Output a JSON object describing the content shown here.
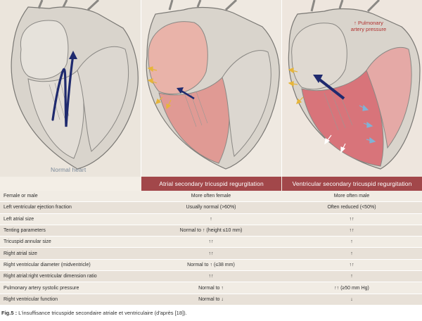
{
  "panels": {
    "normal": {
      "caption": "Normal heart"
    },
    "atrial": {
      "banner": "Atrial secondary tricuspid regurgitation"
    },
    "ventricular": {
      "banner": "Ventricular secondary tricuspid regurgitation",
      "annotation_line1": "↑ Pulmonary",
      "annotation_line2": "artery pressure"
    }
  },
  "table": {
    "rows": [
      {
        "label": "Female or male",
        "atrial": "More often female",
        "ventricular": "More often male"
      },
      {
        "label": "Left ventricular ejection fraction",
        "atrial": "Usually normal (>60%)",
        "ventricular": "Often reduced (<50%)"
      },
      {
        "label": "Left atrial size",
        "atrial": "↑",
        "ventricular": "↑↑"
      },
      {
        "label": "Tenting parameters",
        "atrial": "Normal to ↑ (height ≤10 mm)",
        "ventricular": "↑↑"
      },
      {
        "label": "Tricuspid annular size",
        "atrial": "↑↑",
        "ventricular": "↑"
      },
      {
        "label": "Right atrial size",
        "atrial": "↑↑",
        "ventricular": "↑"
      },
      {
        "label": "Right ventricular diameter (midventricle)",
        "atrial": "Normal to ↑ (≤38 mm)",
        "ventricular": "↑↑"
      },
      {
        "label": "Right atrial:right ventricular dimension ratio",
        "atrial": "↑↑",
        "ventricular": "↑"
      },
      {
        "label": "Pulmonary artery systolic pressure",
        "atrial": "Normal to ↑",
        "ventricular": "↑↑ (≥50 mm Hg)"
      },
      {
        "label": "Right ventricular function",
        "atrial": "Normal to ↓",
        "ventricular": "↓"
      }
    ]
  },
  "figure_caption": {
    "prefix": "Fig.5 :",
    "text": " L'insuffisance tricuspide secondaire atriale et ventriculaire (d'après [18])."
  },
  "colors": {
    "banner": "#a2474a",
    "blood_flow_arrow": "#1f2a6e",
    "annotation": "#b0312f",
    "myocardium_red": "#d8747a",
    "atrial_arrows": "#e6b53a",
    "rv_arrows": "#7fb3d6"
  }
}
